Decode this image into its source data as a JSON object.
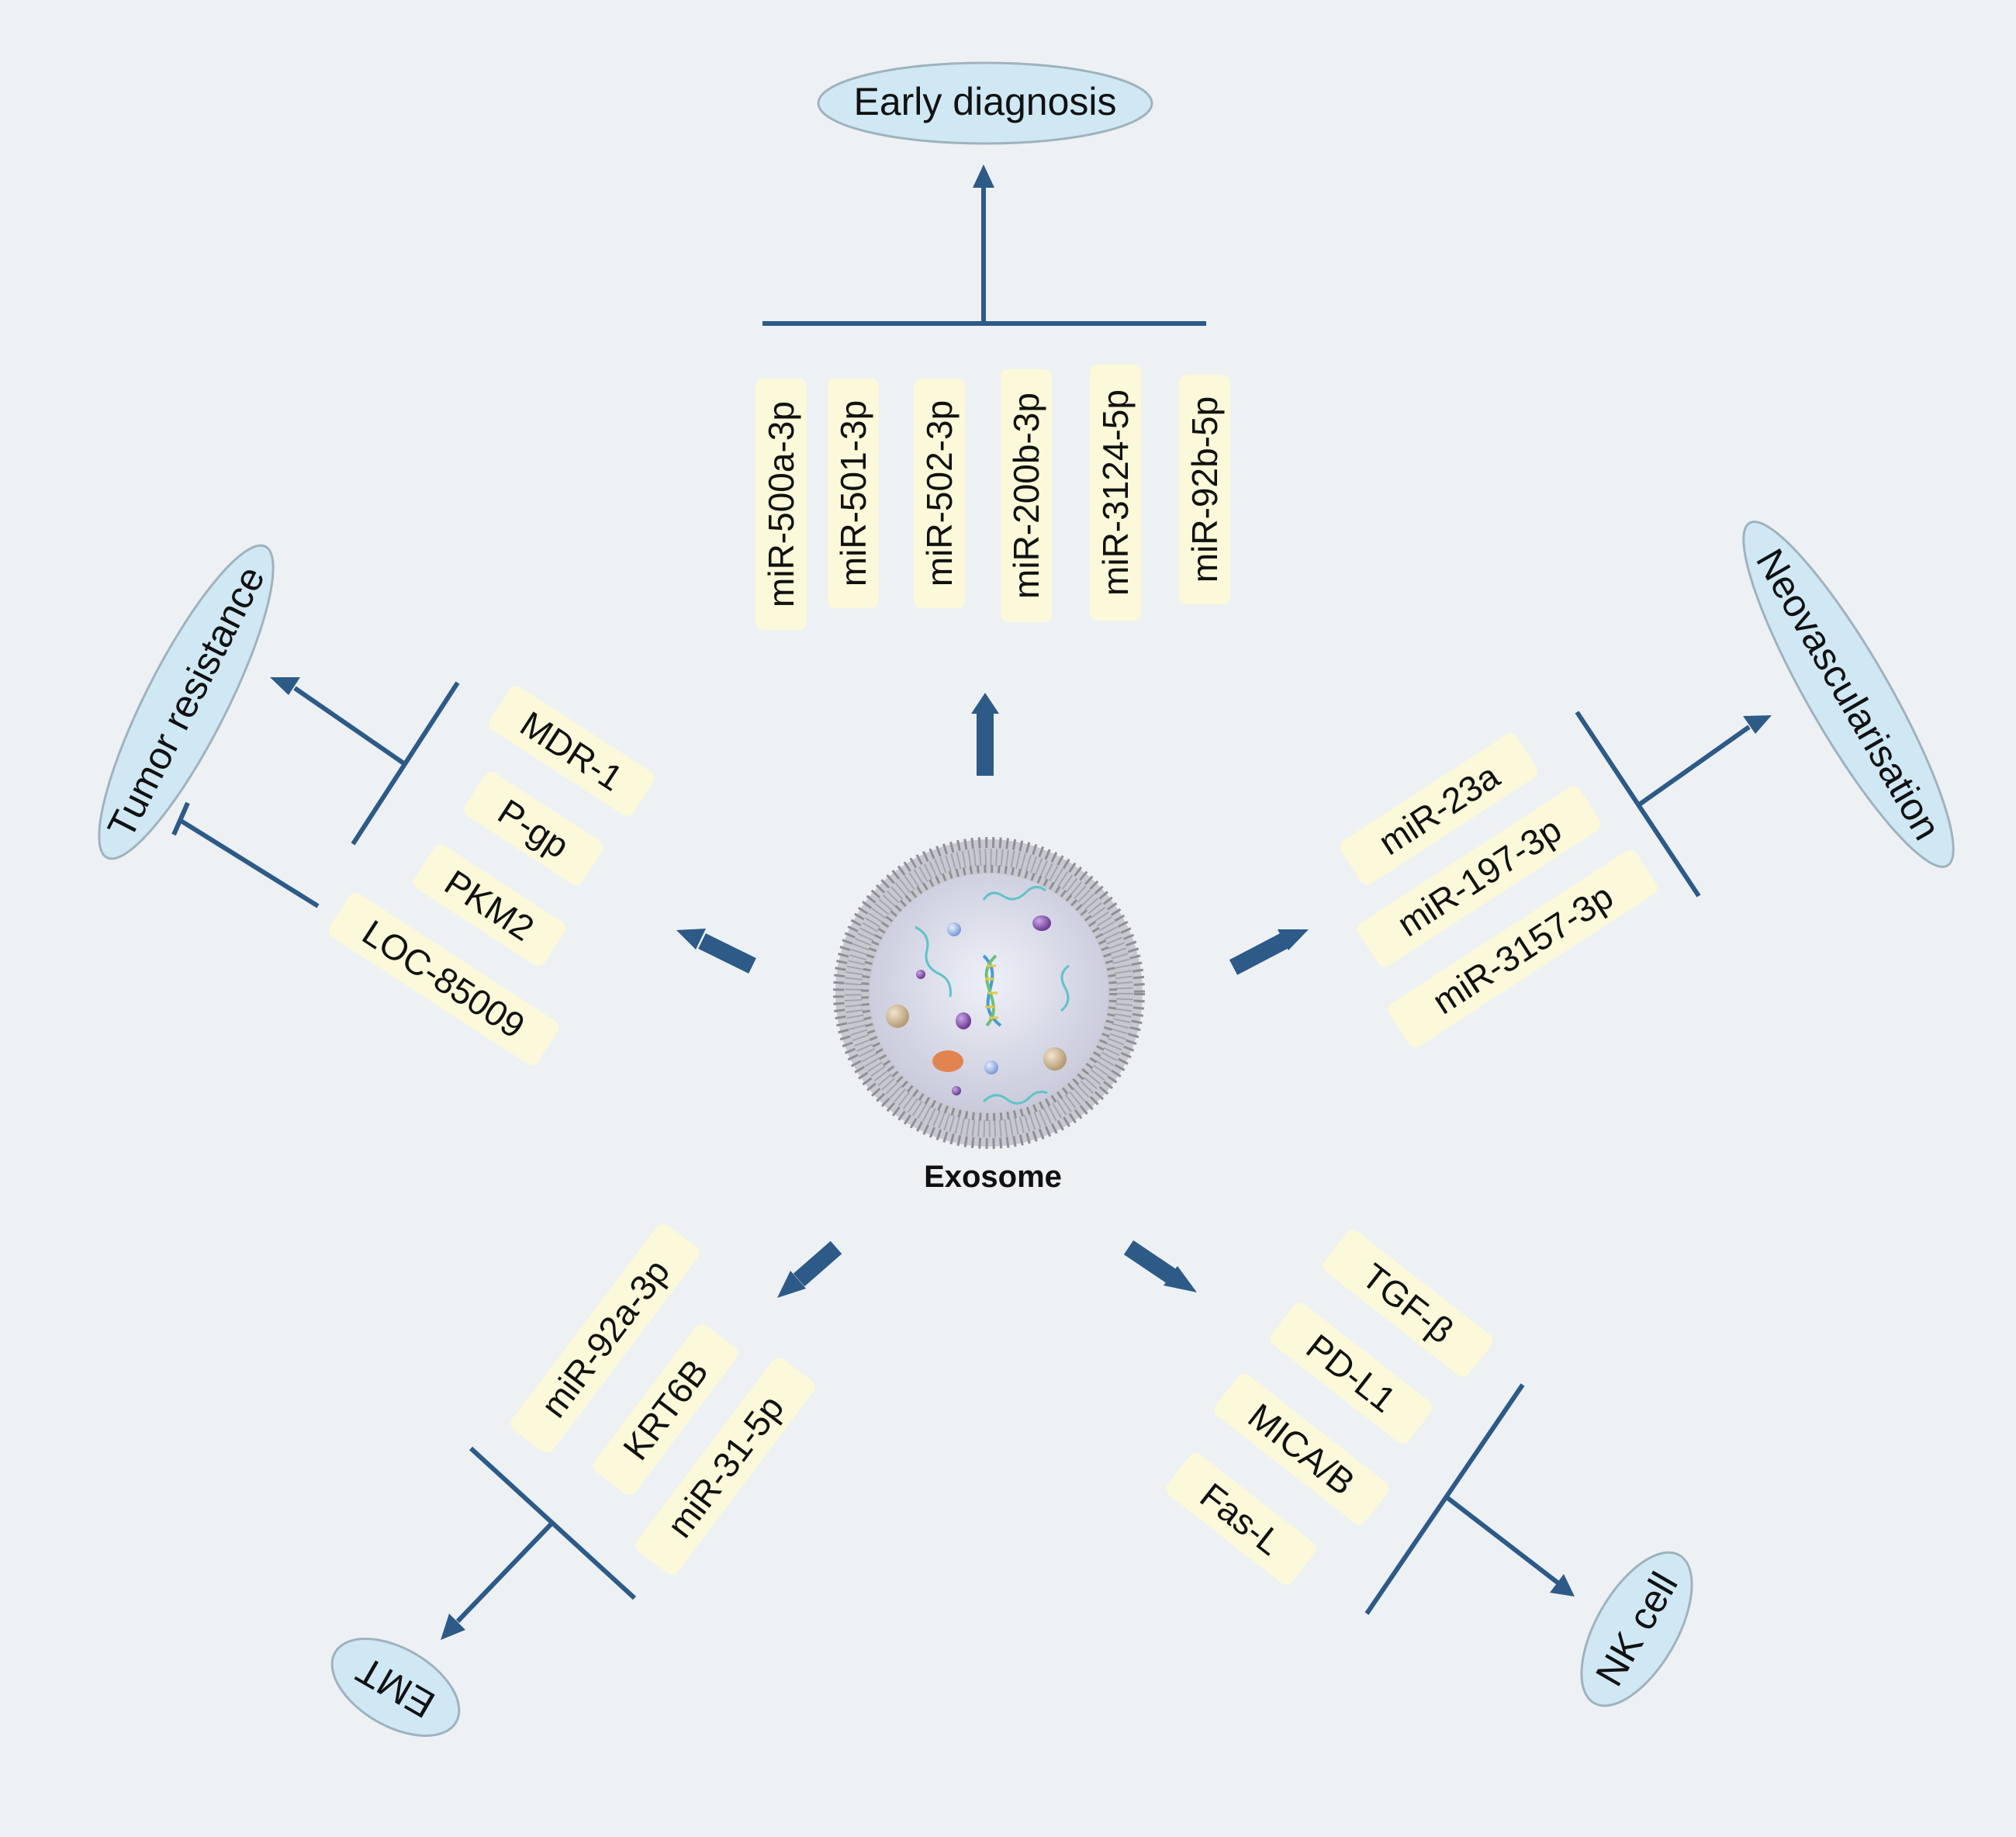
{
  "center": {
    "label": "Exosome"
  },
  "outcomes": {
    "early_diagnosis": "Early diagnosis",
    "tumor_resistance": "Tumor resistance",
    "neovascularisation": "Neovascularisation",
    "emt": "EMT",
    "nk_cell": "NK cell"
  },
  "groups": {
    "early_diagnosis": [
      "miR-500a-3p",
      "miR-501-3p",
      "miR-502-3p",
      "miR-200b-3p",
      "miR-3124-5p",
      "miR-92b-5p"
    ],
    "tumor_resistance": [
      "MDR-1",
      "P-gp",
      "PKM2",
      "LOC-85009"
    ],
    "neovascularisation": [
      "miR-23a",
      "miR-197-3p",
      "miR-3157-3p"
    ],
    "emt": [
      "miR-92a-3p",
      "KRT6B",
      "miR-31-5p"
    ],
    "nk_cell": [
      "TGF-β",
      "PD-L1",
      "MICA/B",
      "Fas-L"
    ]
  },
  "colors": {
    "background": "#edf1f4",
    "arrow": "#2d5a87",
    "tag_fill": "#fbf9d9",
    "ellipse_fill": "#cfe8f4"
  }
}
